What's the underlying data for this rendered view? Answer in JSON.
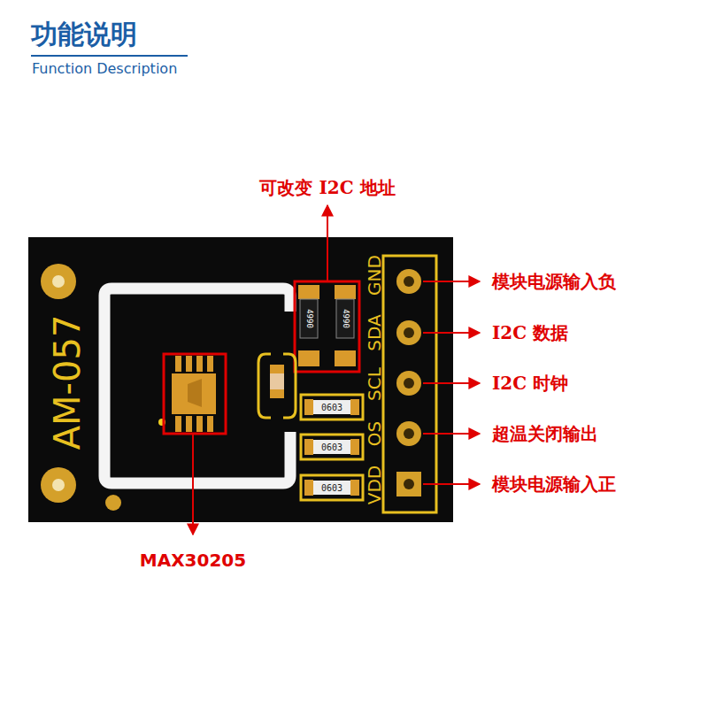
{
  "diagram": {
    "title": "功能说明",
    "labels": [
      "Function Description",
      "可改变 I2C 地址",
      "AM-057",
      "4990",
      "4990",
      "0603",
      "0603",
      "0603",
      "GND",
      "SDA",
      "SCL",
      "OS",
      "VDD",
      "模块电源输入负",
      "I2C 数据",
      "I2C 时钟",
      "超温关闭输出",
      "模块电源输入正",
      "MAX30205"
    ]
  }
}
